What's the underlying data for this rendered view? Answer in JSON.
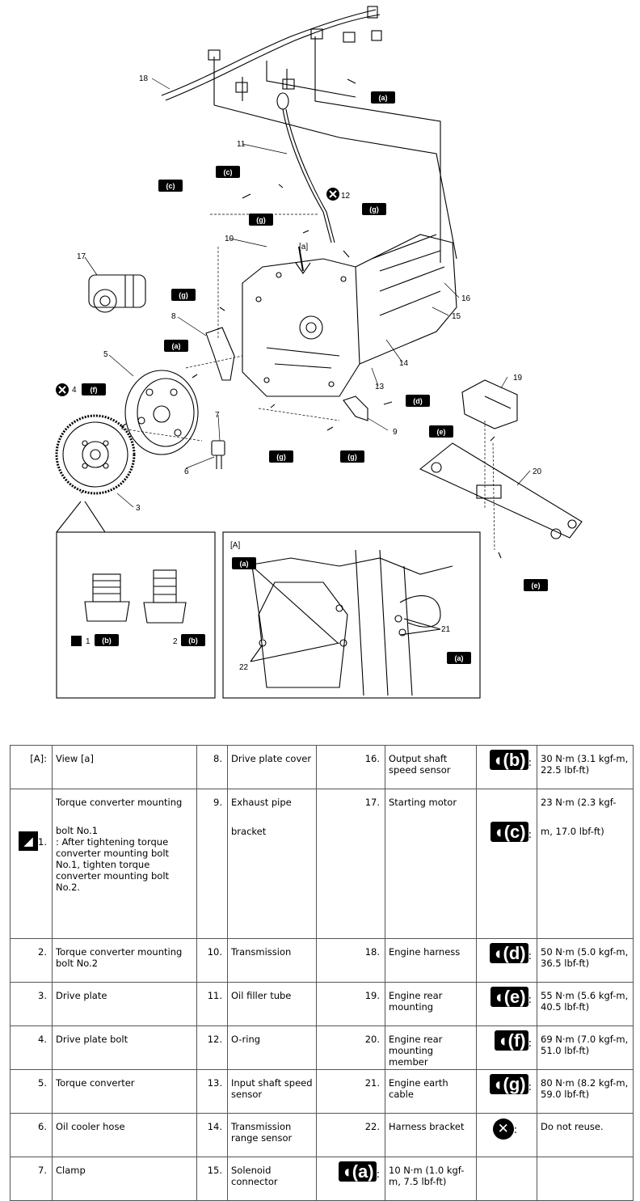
{
  "callouts": {
    "n1": "1",
    "n2": "2",
    "n3": "3",
    "n4": "4",
    "n5": "5",
    "n6": "6",
    "n7": "7",
    "n8": "8",
    "n9": "9",
    "n10": "10",
    "n11": "11",
    "n12": "12",
    "n13": "13",
    "n14": "14",
    "n15": "15",
    "n16": "16",
    "n17": "17",
    "n18": "18",
    "n19": "19",
    "n20": "20",
    "n21": "21",
    "n22": "22",
    "view_label": "[a]",
    "inset_label": "[A]",
    "tag_a": "(a)",
    "tag_b": "(b)",
    "tag_c": "(c)",
    "tag_d": "(d)",
    "tag_e": "(e)",
    "tag_f": "(f)",
    "tag_g": "(g)"
  },
  "legend": {
    "r1": {
      "n1": "[A]:",
      "d1": "View [a]",
      "n2": "8.",
      "d2": "Drive plate cover",
      "n3": "16.",
      "d3": "Output shaft speed sensor",
      "sym": "(b)",
      "d4": "30 N·m (3.1 kgf-m, 22.5 lbf-ft)"
    },
    "r2": {
      "n1": "1.",
      "d1_line1": "Torque converter mounting",
      "d1_line2": "bolt No.1",
      "d1_note": ": After tightening torque converter mounting bolt No.1, tighten torque converter mounting bolt No.2.",
      "n2": "9.",
      "d2_line1": "Exhaust pipe",
      "d2_line2": "bracket",
      "n3": "17.",
      "d3": "Starting motor",
      "sym": "(c)",
      "d4_line1": "23 N·m (2.3 kgf-",
      "d4_line2": "m, 17.0 lbf-ft)"
    },
    "r3": {
      "n1": "2.",
      "d1": "Torque converter mounting bolt No.2",
      "n2": "10.",
      "d2": "Transmission",
      "n3": "18.",
      "d3": "Engine harness",
      "sym": "(d)",
      "d4": "50 N·m (5.0 kgf-m, 36.5 lbf-ft)"
    },
    "r4": {
      "n1": "3.",
      "d1": "Drive plate",
      "n2": "11.",
      "d2": "Oil filler tube",
      "n3": "19.",
      "d3": "Engine rear mounting",
      "sym": "(e)",
      "d4": "55 N·m (5.6 kgf-m, 40.5 lbf-ft)"
    },
    "r5": {
      "n1": "4.",
      "d1": "Drive plate bolt",
      "n2": "12.",
      "d2": "O-ring",
      "n3": "20.",
      "d3": "Engine rear mounting member",
      "sym": "(f)",
      "d4": "69 N·m (7.0 kgf-m, 51.0 lbf-ft)"
    },
    "r6": {
      "n1": "5.",
      "d1": "Torque converter",
      "n2": "13.",
      "d2": "Input shaft speed sensor",
      "n3": "21.",
      "d3": "Engine earth cable",
      "sym": "(g)",
      "d4": "80 N·m (8.2 kgf-m, 59.0 lbf-ft)"
    },
    "r7": {
      "n1": "6.",
      "d1": "Oil cooler hose",
      "n2": "14.",
      "d2": "Transmission range sensor",
      "n3": "22.",
      "d3": "Harness bracket",
      "d4": "Do not reuse."
    },
    "r8": {
      "n1": "7.",
      "d1": "Clamp",
      "n2": "15.",
      "d2": "Solenoid connector",
      "sym": "(a)",
      "d3": "10 N·m (1.0 kgf-m, 7.5 lbf-ft)"
    },
    "wrench_glyph": "◖",
    "xmark_glyph": "✕",
    "grease_glyph": "◢"
  }
}
